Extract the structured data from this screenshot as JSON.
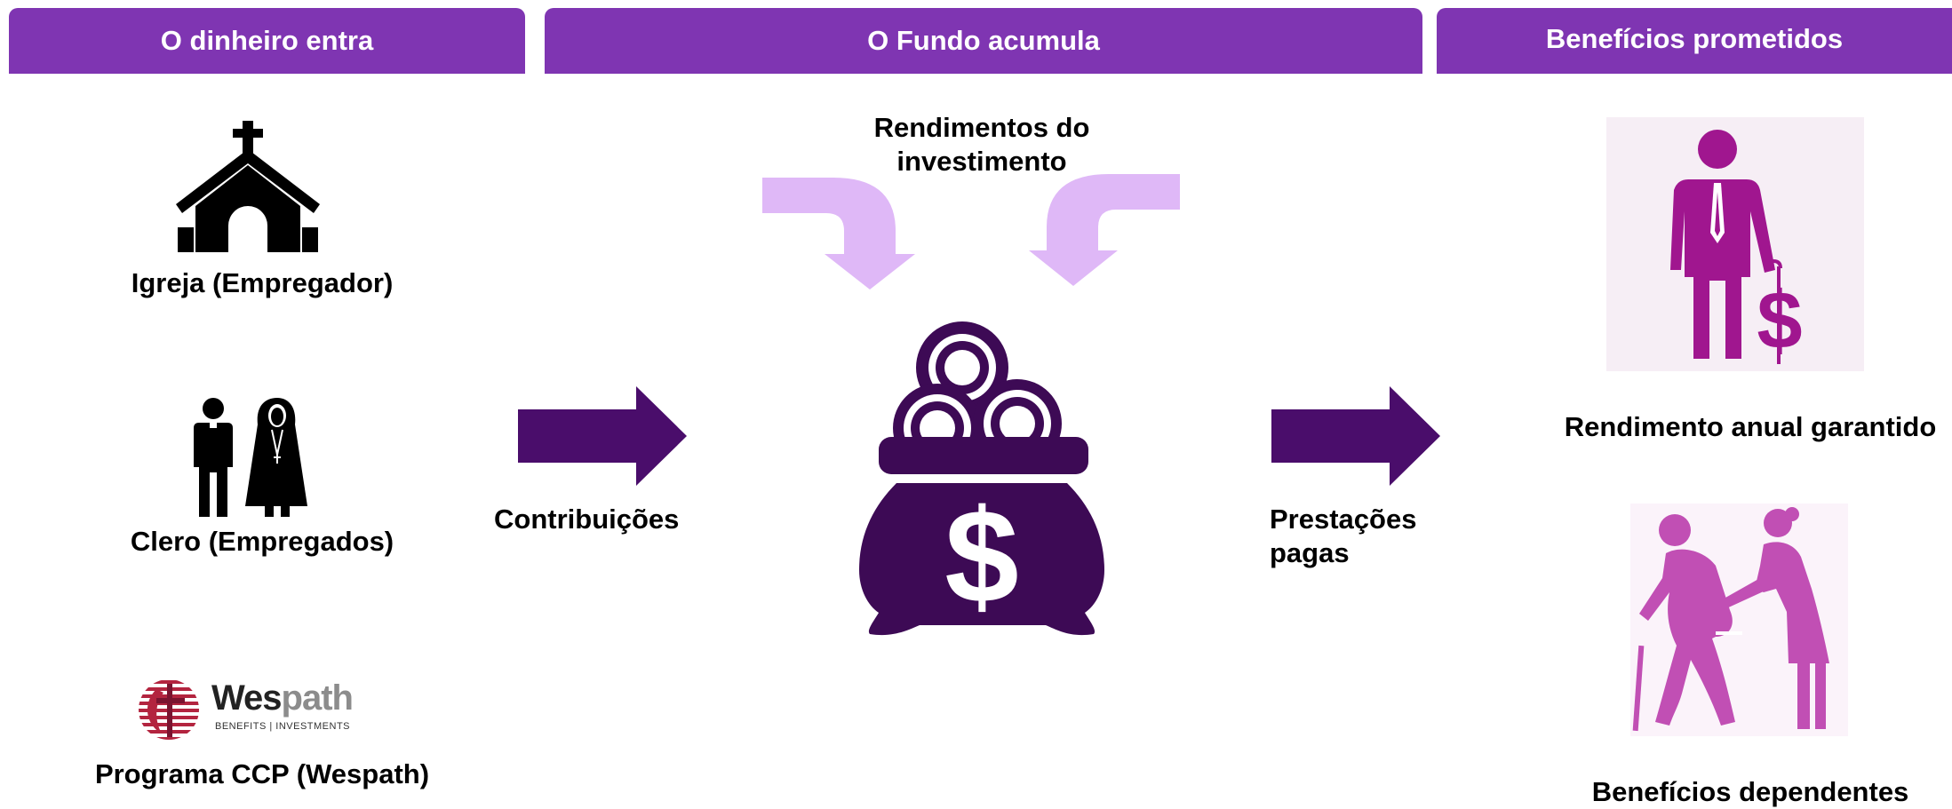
{
  "headers": {
    "money_in": "O dinheiro entra",
    "fund": "O Fundo acumula",
    "benefits": "Benefícios prometidos"
  },
  "sources": {
    "church": "Igreja (Empregador)",
    "clergy": "Clero (Empregados)",
    "program": "Programa CCP (Wespath)"
  },
  "logo": {
    "wes": "Wes",
    "path": "path",
    "tagline_left": "BENEFITS",
    "tagline_sep": "|",
    "tagline_right": "INVESTMENTS"
  },
  "flows": {
    "contributions": "Contribuições",
    "investment_line1": "Rendimentos do",
    "investment_line2": "investimento",
    "paid_line1": "Prestações",
    "paid_line2": "pagas"
  },
  "outcomes": {
    "annual_income": "Rendimento anual garantido",
    "dependent_benefits": "Benefícios dependentes"
  },
  "colors": {
    "header_purple": "#7f35b2",
    "dark_purple": "#3d0a55",
    "arrow_purple": "#4a0d6b",
    "light_purple": "#dfb8f7",
    "magenta": "#a0168f",
    "pink": "#c14fb4"
  },
  "icons": [
    "church-icon",
    "clergy-icon",
    "wespath-logo",
    "money-bag-icon",
    "retiree-icon",
    "elderly-couple-icon"
  ]
}
